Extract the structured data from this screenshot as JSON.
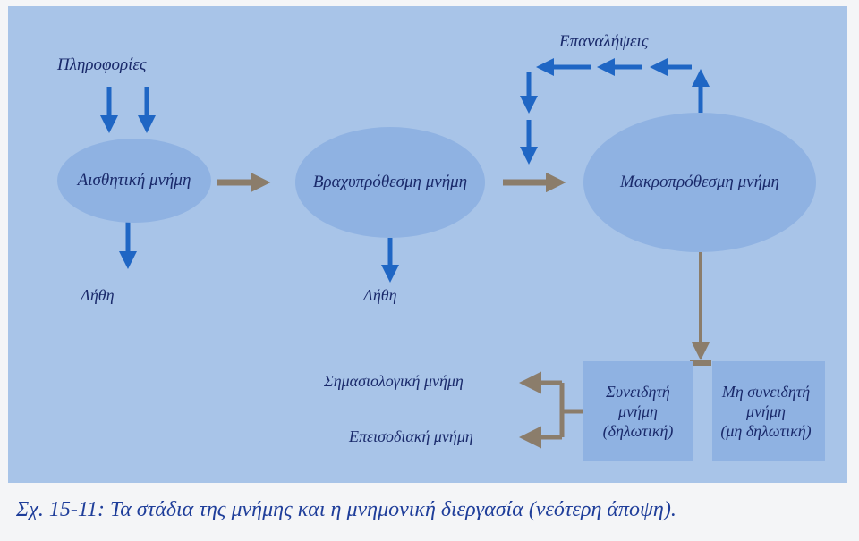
{
  "diagram": {
    "input_label": "Πληροφορίες",
    "sensory": "Αισθητική μνήμη",
    "short_term": "Βραχυπρόθεσμη μνήμη",
    "long_term": "Μακροπρόθεσμη μνήμη",
    "repetitions": "Επαναλήψεις",
    "forgetting_1": "Λήθη",
    "forgetting_2": "Λήθη",
    "explicit": "Συνειδητή\nμνήμη\n(δηλωτική)",
    "implicit": "Μη συνειδητή\nμνήμη\n(μη δηλωτική)",
    "semantic": "Σημασιολογική  μνήμη",
    "episodic": "Επεισοδιακή μνήμη"
  },
  "caption": "Σχ. 15-11: Τα στάδια της μνήμης και η μνημονική διεργασία (νεότερη άποψη).",
  "colors": {
    "background": "#a8c4e8",
    "node": "#8fb2e2",
    "blue_arrow": "#1f66c4",
    "brown_arrow": "#8b7d6b",
    "text": "#1a2a6b",
    "caption": "#1f3e9a"
  }
}
